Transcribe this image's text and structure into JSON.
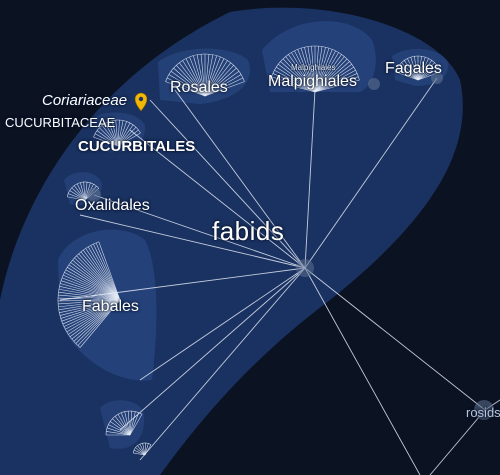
{
  "labels": {
    "fabids": "fabids",
    "rosids": "rosids",
    "rosales": "Rosales",
    "malpighiales": "Malpighiales",
    "malpighiales_small": "Malpighiales",
    "fagales": "Fagales",
    "coriariaceae": "Coriariaceae",
    "cucurbitaceae": "CUCURBITACEAE",
    "cucurbitales": "CUCURBITALES",
    "oxalidales": "Oxalidales",
    "fabales": "Fabales"
  },
  "icons": {
    "marker": "location-pin-icon"
  },
  "colors": {
    "background": "#0b1222",
    "fabids_region": "#1c3567",
    "clade_region": "#2e4f8e",
    "branch": "#e2e8f3",
    "marker": "#f2b705"
  }
}
